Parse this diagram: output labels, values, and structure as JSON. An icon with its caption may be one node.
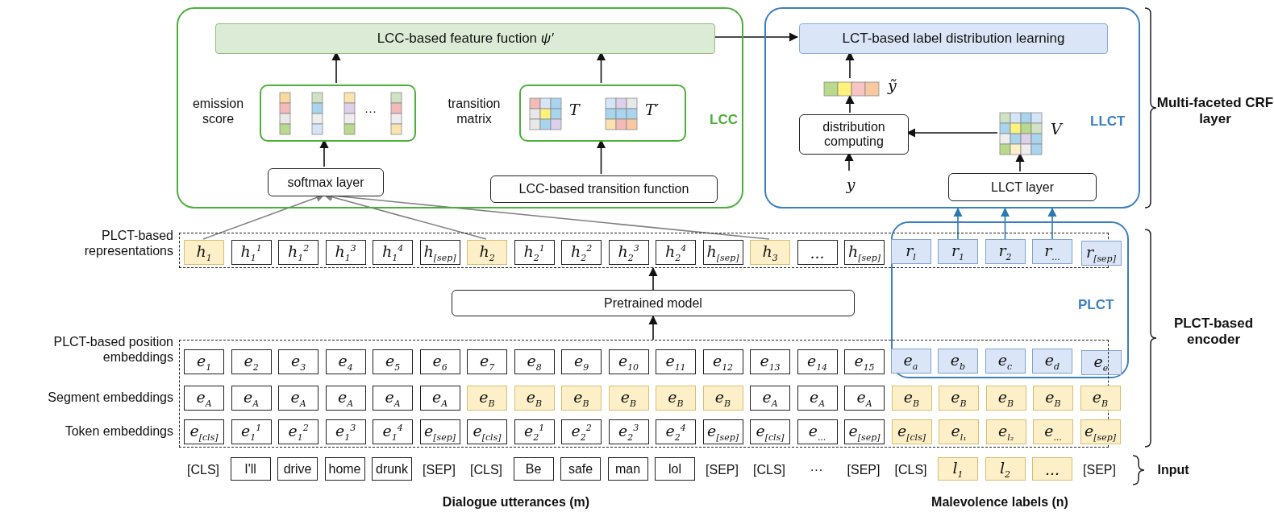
{
  "diagram": {
    "nodes": [
      {
        "text": [
          "LCC"
        ]
      },
      {
        "text": [
          "LCC-based feature fuction *ψ′*"
        ],
        "in": 0
      },
      {
        "text": [
          "emission score",
          "···"
        ],
        "in": 0
      },
      {
        "text": [
          "transition matrix",
          "T",
          "T′"
        ],
        "in": 0
      },
      {
        "text": [
          "softmax layer"
        ],
        "in": 0
      },
      {
        "text": [
          "LCC-based transition function"
        ],
        "in": 0
      },
      {
        "text": [
          "LLCT"
        ]
      },
      {
        "text": [
          "LCT-based label distribution learning"
        ],
        "in": 6
      },
      {
        "text": [],
        "shape": "bar",
        "beside": [
          "ỹ"
        ],
        "in": 6
      },
      {
        "text": [
          "distribution computing"
        ],
        "in": 6
      },
      {
        "text": [],
        "shape": "matrix",
        "beside": [
          "V"
        ],
        "in": 6
      },
      {
        "text": [
          "y"
        ],
        "in": 6
      },
      {
        "text": [
          "LLCT layer"
        ],
        "in": 6
      },
      {
        "text": [],
        "shape": "box"
      },
      {
        "text": [
          "PLCT"
        ]
      },
      {
        "text": [
          "h$_{1}$"
        ],
        "in": 13
      },
      {
        "text": [
          "h$_{1}$$^{1}$"
        ],
        "in": 13
      },
      {
        "text": [
          "h$_{1}$$^{2}$"
        ],
        "in": 13
      },
      {
        "text": [
          "h$_{1}$$^{3}$"
        ],
        "in": 13
      },
      {
        "text": [
          "h$_{1}$$^{4}$"
        ],
        "in": 13
      },
      {
        "text": [
          "h$_{[sep]}$"
        ],
        "in": 13
      },
      {
        "text": [
          "h$_{2}$"
        ],
        "in": 13
      },
      {
        "text": [
          "h$_{2}$$^{1}$"
        ],
        "in": 13
      },
      {
        "text": [
          "h$_{2}$$^{2}$"
        ],
        "in": 13
      },
      {
        "text": [
          "h$_{2}$$^{3}$"
        ],
        "in": 13
      },
      {
        "text": [
          "h$_{2}$$^{4}$"
        ],
        "in": 13
      },
      {
        "text": [
          "h$_{[sep]}$"
        ],
        "in": 13
      },
      {
        "text": [
          "h$_{3}$"
        ],
        "in": 13
      },
      {
        "text": [
          "..."
        ],
        "in": 13
      },
      {
        "text": [
          "h$_{[sep]}$"
        ],
        "in": 13
      },
      {
        "text": [
          "r$_{l}$"
        ]
      },
      {
        "text": [
          "r$_{1}$"
        ]
      },
      {
        "text": [
          "r$_{2}$"
        ]
      },
      {
        "text": [
          "r$_{...}$"
        ]
      },
      {
        "text": [
          "r$_{[sep]}$"
        ],
        "in": 14
      },
      {
        "text": [
          "Pretrained model"
        ]
      },
      {
        "text": [],
        "shape": "box"
      },
      {
        "text": [
          "e$_{1}$"
        ],
        "in": 36
      },
      {
        "text": [
          "e$_{2}$"
        ],
        "in": 36
      },
      {
        "text": [
          "e$_{3}$"
        ],
        "in": 36
      },
      {
        "text": [
          "e$_{4}$"
        ],
        "in": 36
      },
      {
        "text": [
          "e$_{5}$"
        ],
        "in": 36
      },
      {
        "text": [
          "e$_{6}$"
        ],
        "in": 36
      },
      {
        "text": [
          "e$_{7}$"
        ],
        "in": 36
      },
      {
        "text": [
          "e$_{8}$"
        ],
        "in": 36
      },
      {
        "text": [
          "e$_{9}$"
        ],
        "in": 36
      },
      {
        "text": [
          "e$_{10}$"
        ],
        "in": 36
      },
      {
        "text": [
          "e$_{11}$"
        ],
        "in": 36
      },
      {
        "text": [
          "e$_{12}$"
        ],
        "in": 36
      },
      {
        "text": [
          "e$_{13}$"
        ],
        "in": 36
      },
      {
        "text": [
          "e$_{14}$"
        ],
        "in": 36
      },
      {
        "text": [
          "e$_{15}$"
        ],
        "in": 36
      },
      {
        "text": [
          "e$_{a}$"
        ]
      },
      {
        "text": [
          "e$_{b}$"
        ]
      },
      {
        "text": [
          "e$_{c}$"
        ]
      },
      {
        "text": [
          "e$_{d}$"
        ]
      },
      {
        "text": [
          "e$_{e}$"
        ],
        "in": 14
      },
      {
        "text": [
          "e$_{A}$"
        ],
        "in": 36
      },
      {
        "text": [
          "e$_{A}$"
        ],
        "in": 36
      },
      {
        "text": [
          "e$_{A}$"
        ],
        "in": 36
      },
      {
        "text": [
          "e$_{A}$"
        ],
        "in": 36
      },
      {
        "text": [
          "e$_{A}$"
        ],
        "in": 36
      },
      {
        "text": [
          "e$_{A}$"
        ],
        "in": 36
      },
      {
        "text": [
          "e$_{B}$"
        ],
        "in": 36
      },
      {
        "text": [
          "e$_{B}$"
        ],
        "in": 36
      },
      {
        "text": [
          "e$_{B}$"
        ],
        "in": 36
      },
      {
        "text": [
          "e$_{B}$"
        ],
        "in": 36
      },
      {
        "text": [
          "e$_{B}$"
        ],
        "in": 36
      },
      {
        "text": [
          "e$_{B}$"
        ],
        "in": 36
      },
      {
        "text": [
          "e$_{A}$"
        ],
        "in": 36
      },
      {
        "text": [
          "e$_{A}$"
        ],
        "in": 36
      },
      {
        "text": [
          "e$_{A}$"
        ],
        "in": 36
      },
      {
        "text": [
          "e$_{B}$"
        ],
        "in": 36
      },
      {
        "text": [
          "e$_{B}$"
        ],
        "in": 36
      },
      {
        "text": [
          "e$_{B}$"
        ],
        "in": 36
      },
      {
        "text": [
          "e$_{B}$"
        ],
        "in": 36
      },
      {
        "text": [
          "e$_{B}$"
        ],
        "in": 36
      },
      {
        "text": [
          "e$_{[cls]}$"
        ],
        "in": 36
      },
      {
        "text": [
          "e$_{1}$$^{1}$"
        ],
        "in": 36
      },
      {
        "text": [
          "e$_{1}$$^{2}$"
        ],
        "in": 36
      },
      {
        "text": [
          "e$_{1}$$^{3}$"
        ],
        "in": 36
      },
      {
        "text": [
          "e$_{1}$$^{4}$"
        ],
        "in": 36
      },
      {
        "text": [
          "e$_{[sep]}$"
        ],
        "in": 36
      },
      {
        "text": [
          "e$_{[cls]}$"
        ],
        "in": 36
      },
      {
        "text": [
          "e$_{2}$$^{1}$"
        ],
        "in": 36
      },
      {
        "text": [
          "e$_{2}$$^{2}$"
        ],
        "in": 36
      },
      {
        "text": [
          "e$_{2}$$^{3}$"
        ],
        "in": 36
      },
      {
        "text": [
          "e$_{2}$$^{4}$"
        ],
        "in": 36
      },
      {
        "text": [
          "e$_{[sep]}$"
        ],
        "in": 36
      },
      {
        "text": [
          "e$_{[cls]}$"
        ],
        "in": 36
      },
      {
        "text": [
          "e$_{...}$"
        ],
        "in": 36
      },
      {
        "text": [
          "e$_{[sep]}$"
        ],
        "in": 36
      },
      {
        "text": [
          "e$_{[cls]}$"
        ],
        "in": 36
      },
      {
        "text": [
          "e$_{l₁}$"
        ],
        "in": 36
      },
      {
        "text": [
          "e$_{l₂}$"
        ],
        "in": 36
      },
      {
        "text": [
          "e$_{...}$"
        ],
        "in": 36
      },
      {
        "text": [
          "e$_{[sep]}$"
        ],
        "in": 36
      },
      {
        "text": [
          "I'll"
        ]
      },
      {
        "text": [
          "drive"
        ]
      },
      {
        "text": [
          "home"
        ]
      },
      {
        "text": [
          "drunk"
        ]
      },
      {
        "text": [
          "Be"
        ]
      },
      {
        "text": [
          "safe"
        ]
      },
      {
        "text": [
          "man"
        ]
      },
      {
        "text": [
          "lol"
        ]
      },
      {
        "text": [
          "l$_{1}$"
        ]
      },
      {
        "text": [
          "l$_{2}$"
        ]
      },
      {
        "text": [
          "..."
        ]
      }
    ],
    "edges": [
      {
        "from": 1,
        "to": 7,
        "arrow": "to"
      },
      {
        "from": 2,
        "to": 1,
        "arrow": "to"
      },
      {
        "from": 3,
        "to": 1,
        "arrow": "to"
      },
      {
        "from": 4,
        "to": 2,
        "arrow": "to"
      },
      {
        "from": 5,
        "to": 3,
        "arrow": "to"
      },
      {
        "from": 15,
        "to": 4,
        "arrow": "to",
        "color": "#808080"
      },
      {
        "from": 21,
        "to": 4,
        "arrow": "to",
        "color": "#808080"
      },
      {
        "from": 27,
        "to": 4,
        "arrow": "to",
        "color": "#808080"
      },
      {
        "from": 8,
        "to": 7,
        "arrow": "to"
      },
      {
        "from": 9,
        "to": 8,
        "arrow": "to"
      },
      {
        "from": 11,
        "to": 9,
        "arrow": "to"
      },
      {
        "from": 10,
        "to": 9,
        "arrow": "to"
      },
      {
        "from": 12,
        "to": 10,
        "arrow": "to"
      },
      {
        "from": 31,
        "to": 6,
        "arrow": "to",
        "color": "#2a7ab0"
      },
      {
        "from": 32,
        "to": 6,
        "arrow": "to",
        "color": "#2a7ab0"
      },
      {
        "from": 33,
        "to": 6,
        "arrow": "to",
        "color": "#2a7ab0"
      },
      {
        "from": 35,
        "to": 13,
        "arrow": "to"
      },
      {
        "from": 36,
        "to": 35,
        "arrow": "to"
      }
    ],
    "labels": [
      "Multi-faceted CRF layer",
      "PLCT-based representations",
      "PLCT-based encoder",
      "PLCT-based position embeddings",
      "Segment embeddings",
      "Token embeddings",
      "[CLS]",
      "[SEP]",
      "[CLS]",
      "[SEP]",
      "[CLS]",
      "···",
      "[SEP]",
      "[CLS]",
      "[SEP]",
      "Input",
      "Dialogue utterances (m)",
      "Malevolence labels (n)"
    ]
  }
}
